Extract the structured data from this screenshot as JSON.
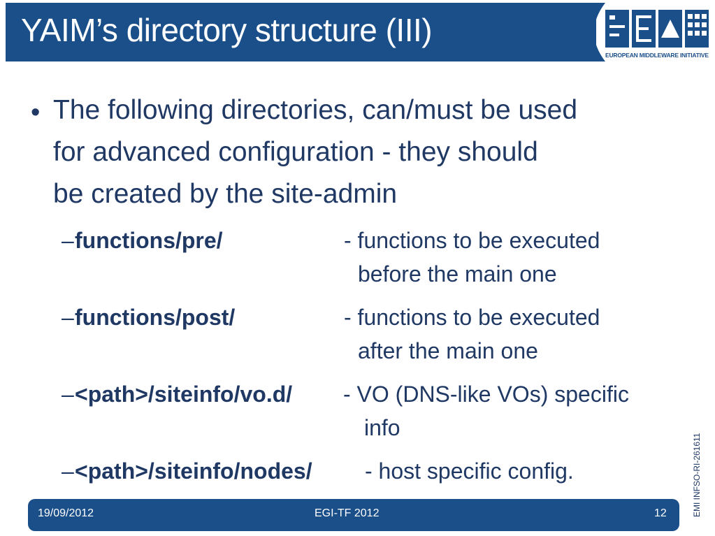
{
  "slide": {
    "title": "YAIM’s directory structure (III)",
    "logo_caption": "EUROPEAN MIDDLEWARE INITIATIVE",
    "bullet_symbol": "•",
    "bullet_lines": [
      "The following directories, can/must be used",
      "for advanced configuration  - they should",
      "be created by the site-admin"
    ],
    "dash": "–",
    "items": [
      {
        "path": "functions/pre/",
        "desc_line1": "- functions to be executed",
        "desc_line2": "before the main one"
      },
      {
        "path": "functions/post/",
        "desc_line1": "- functions to be executed",
        "desc_line2": "after the main one"
      },
      {
        "path": "<path>/siteinfo/vo.d/",
        "desc_line1": "- VO (DNS-like VOs) specific",
        "desc_line2": "info"
      },
      {
        "path": "<path>/siteinfo/nodes/",
        "desc_line1": "- host specific config."
      }
    ],
    "side_label": "EMI INFSO-RI-261611"
  },
  "footer": {
    "date": "19/09/2012",
    "event": "EGI-TF 2012",
    "page_number": "12"
  },
  "colors": {
    "title_bar": "#1b4f8a",
    "text": "#1f3864",
    "footer": "#1b4f8a"
  }
}
